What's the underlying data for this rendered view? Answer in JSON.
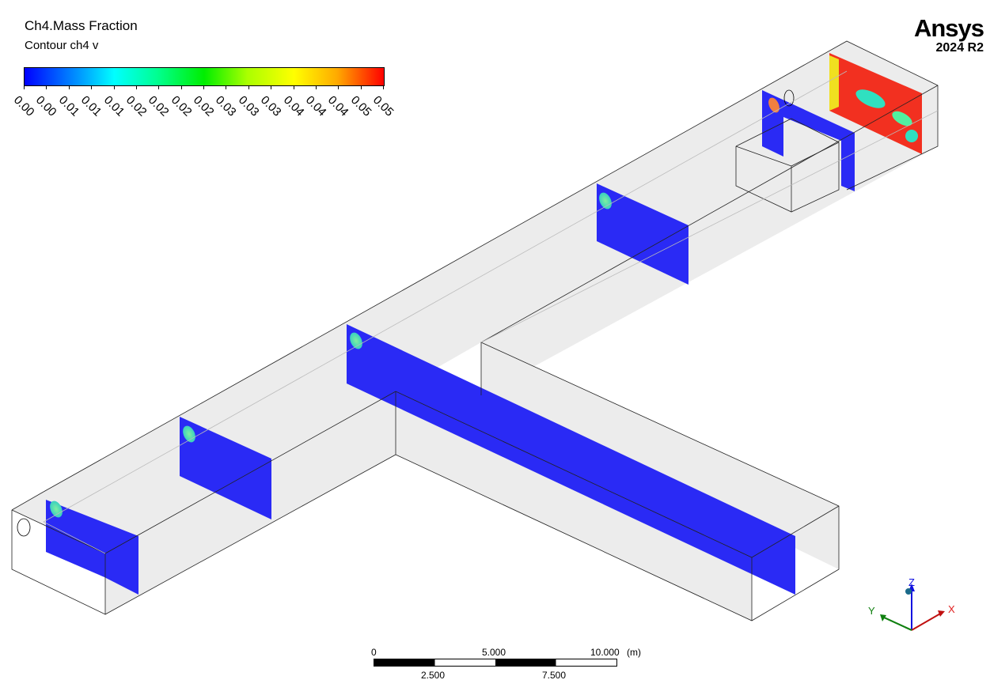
{
  "legend": {
    "title": "Ch4.Mass Fraction",
    "subtitle": "Contour ch4 v",
    "ticks": [
      "0.00",
      "0.00",
      "0.01",
      "0.01",
      "0.01",
      "0.02",
      "0.02",
      "0.02",
      "0.02",
      "0.03",
      "0.03",
      "0.03",
      "0.04",
      "0.04",
      "0.04",
      "0.05",
      "0.05"
    ]
  },
  "logo": {
    "name": "Ansys",
    "version": "2024 R2"
  },
  "scale_bar": {
    "labels_top": [
      "0",
      "5.000",
      "10.000"
    ],
    "unit": "(m)",
    "labels_bottom": [
      "2.500",
      "7.500"
    ]
  },
  "axes": {
    "x": "X",
    "y": "Y",
    "z": "Z"
  },
  "colors": {
    "low": "#0000ff",
    "high": "#ff0000",
    "plane": "#2a2af5"
  }
}
